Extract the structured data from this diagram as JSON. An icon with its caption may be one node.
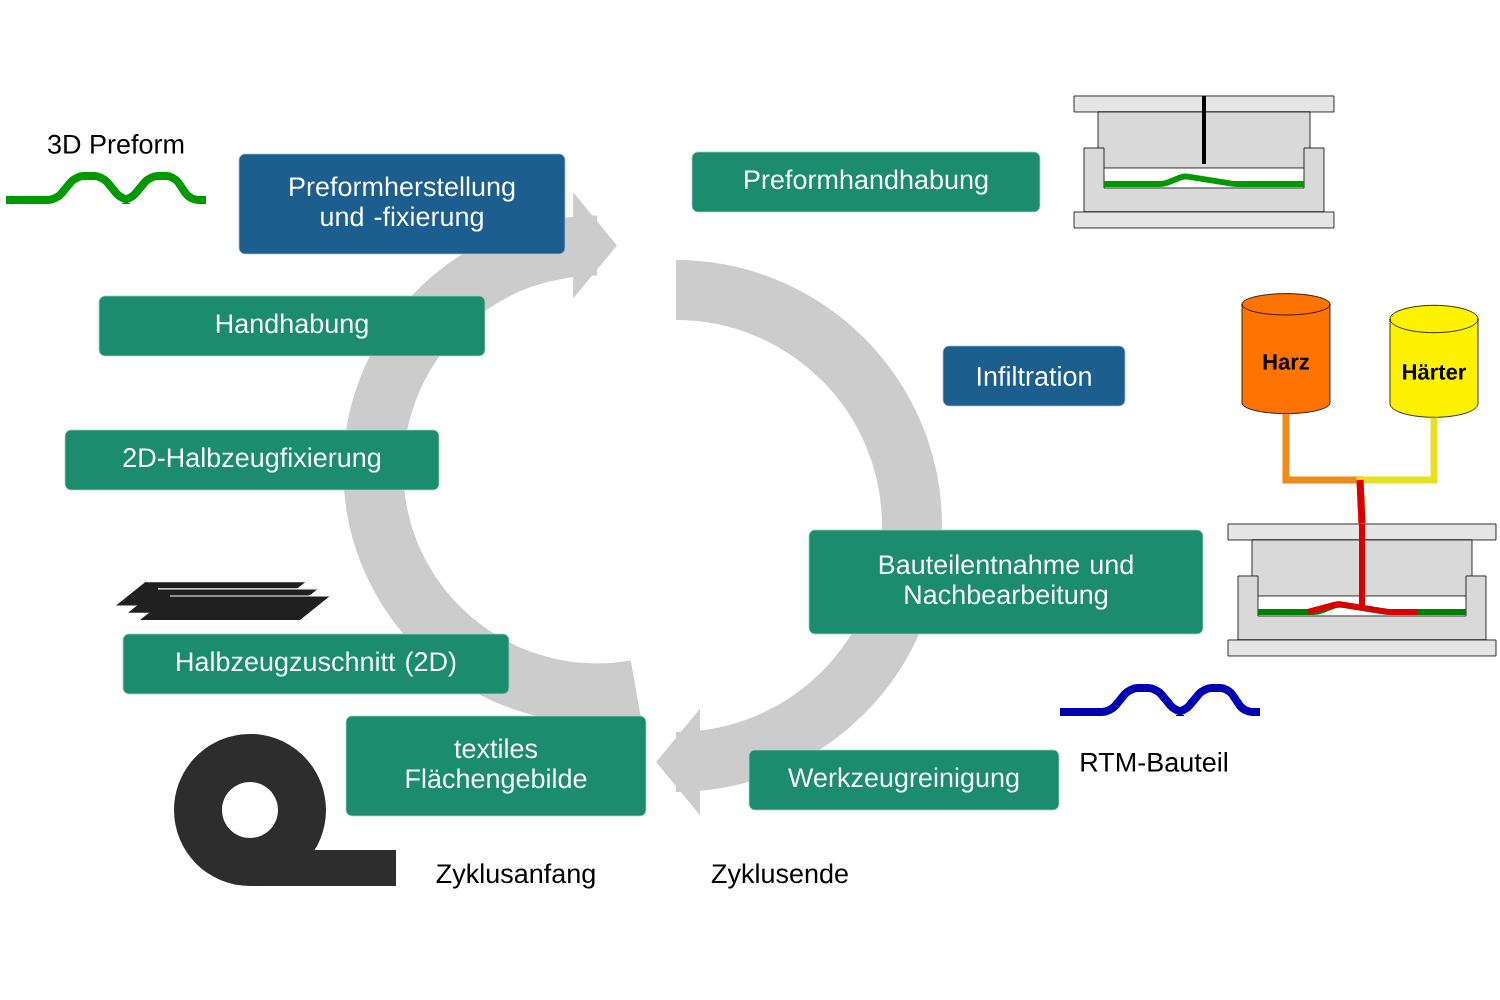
{
  "diagram": {
    "nodes": [
      {
        "text": [
          "Preformherstellung und -fixierung"
        ]
      },
      {
        "text": [
          "Handhabung"
        ]
      },
      {
        "text": [
          "2D-Halbzeugfixierung"
        ]
      },
      {
        "text": [
          "Halbzeugzuschnitt (2D)"
        ]
      },
      {
        "text": [
          "textiles Flächengebilde"
        ]
      },
      {
        "text": [
          "Preformhandhabung"
        ]
      },
      {
        "text": [
          "Infiltration"
        ]
      },
      {
        "text": [
          "Bauteilentnahme und Nachbearbeitung"
        ]
      },
      {
        "text": [
          "Werkzeugreinigung"
        ]
      },
      {
        "text": [
          "Harz"
        ]
      },
      {
        "text": [
          "Härter"
        ]
      },
      {
        "text": [],
        "shape": "picture"
      }
    ],
    "edges": [
      {
        "from": 9,
        "to": 11,
        "arrow": "none",
        "color": "#f08a1c"
      },
      {
        "from": 10,
        "to": 11,
        "arrow": "none",
        "color": "#e8e020"
      }
    ],
    "labels": [
      "3D Preform",
      "RTM-Bauteil",
      "Zyklusanfang",
      "Zyklusende"
    ]
  }
}
